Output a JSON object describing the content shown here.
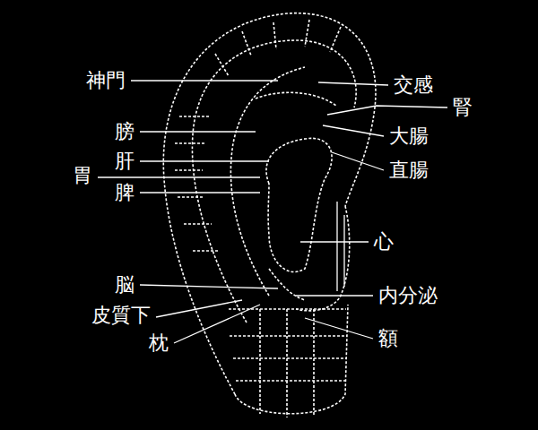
{
  "diagram": {
    "labels": [
      "神門",
      "交感",
      "腎",
      "膀",
      "大腸",
      "肝",
      "胃",
      "直腸",
      "脾",
      "心",
      "脳",
      "内分泌",
      "皮質下",
      "額",
      "枕"
    ]
  }
}
